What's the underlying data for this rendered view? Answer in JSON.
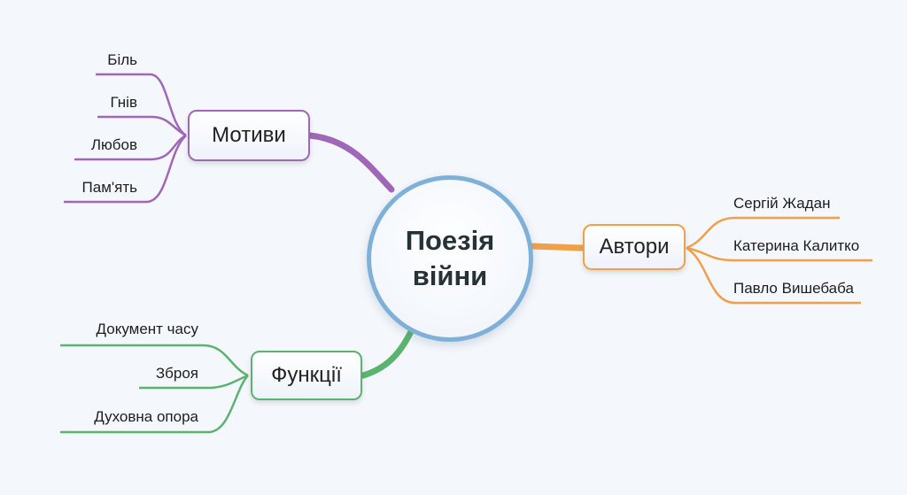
{
  "center": {
    "label": "Поезія війни",
    "border_color": "#7fb0d8"
  },
  "branches": [
    {
      "label": "Мотиви",
      "color": "#a066b8",
      "leaves": [
        "Біль",
        "Гнів",
        "Любов",
        "Пам'ять"
      ]
    },
    {
      "label": "Автори",
      "color": "#f0a04b",
      "leaves": [
        "Сергій Жадан",
        "Катерина Калитко",
        "Павло Вишебаба"
      ]
    },
    {
      "label": "Функції",
      "color": "#5cb370",
      "leaves": [
        "Документ часу",
        "Зброя",
        "Духовна опора"
      ]
    }
  ]
}
